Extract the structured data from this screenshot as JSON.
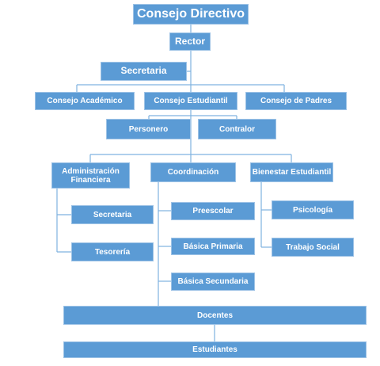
{
  "org_chart": {
    "consejo_directivo": "Consejo Directivo",
    "rector": "Rector",
    "secretaria_top": "Secretaria",
    "consejo_academico": "Consejo Académico",
    "consejo_estudiantil": "Consejo Estudiantil",
    "consejo_padres": "Consejo de Padres",
    "personero": "Personero",
    "contralor": "Contralor",
    "administracion_financiera": "Administración Financiera",
    "coordinacion": "Coordinación",
    "bienestar_estudiantil": "Bienestar Estudiantil",
    "secretaria_admin": "Secretaria",
    "tesoreria": "Tesorería",
    "preescolar": "Preescolar",
    "basica_primaria": "Básica Primaria",
    "basica_secundaria": "Básica Secundaria",
    "psicologia": "Psicología",
    "trabajo_social": "Trabajo Social",
    "docentes": "Docentes",
    "estudiantes": "Estudiantes"
  },
  "colors": {
    "box_fill": "#5b9bd5",
    "box_border": "#9ec3e6",
    "connector": "#7fb2e0",
    "text": "#ffffff"
  }
}
